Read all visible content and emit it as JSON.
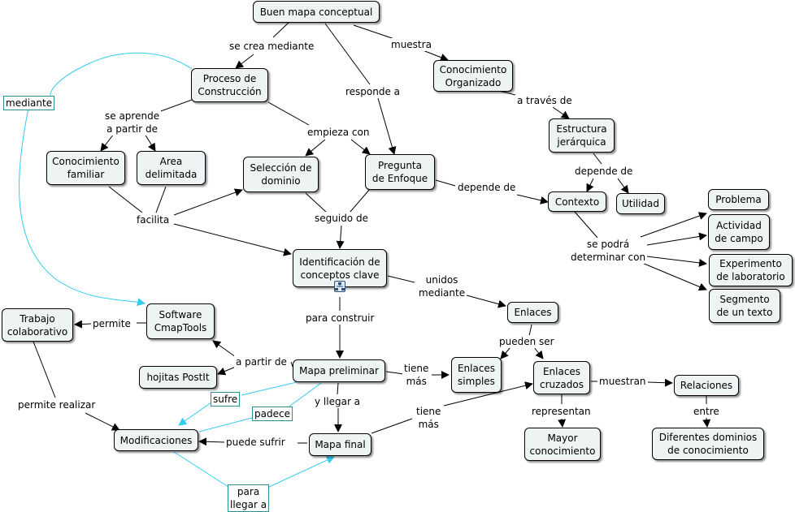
{
  "map": {
    "title": "Buen mapa conceptual",
    "line_color": "#000000",
    "cross_link_color": "#33ccee",
    "concept_fill": "#eef3f3",
    "concepts": {
      "buen_mapa": "Buen mapa conceptual",
      "proceso": "Proceso de\nConstrucción",
      "conocimiento_org": "Conocimiento\nOrganizado",
      "conocimiento_fam": "Conocimiento\nfamiliar",
      "area": "Area\ndelimitada",
      "seleccion": "Selección de\ndominio",
      "pregunta": "Pregunta\nde Enfoque",
      "estructura": "Estructura\njerárquica",
      "contexto": "Contexto",
      "utilidad": "Utilidad",
      "problema": "Problema",
      "actividad": "Actividad\nde campo",
      "experimento": "Experimento\nde laboratorio",
      "segmento": "Segmento\nde un texto",
      "identificacion": "Identificación de\nconceptos clave",
      "enlaces": "Enlaces",
      "trabajo": "Trabajo\ncolaborativo",
      "software": "Software\nCmapTools",
      "hojitas": "hojitas PostIt",
      "mapa_preliminar": "Mapa preliminar",
      "enlaces_simples": "Enlaces\nsimples",
      "enlaces_cruzados": "Enlaces\ncruzados",
      "relaciones": "Relaciones",
      "modificaciones": "Modificaciones",
      "mapa_final": "Mapa final",
      "mayor_conocimiento": "Mayor\nconocimiento",
      "diferentes_dominios": "Diferentes dominios\nde conocimiento"
    },
    "phrases": {
      "se_crea": "se crea mediante",
      "responde": "responde a",
      "muestra": "muestra",
      "a_traves": "a través de",
      "se_aprende": "se aprende\na partir de",
      "empieza": "empieza con",
      "depende_de_1": "depende de",
      "depende_de_2": "depende de",
      "facilita": "facilita",
      "seguido": "seguido de",
      "se_podra": "se podrá\ndeterminar con",
      "unidos": "unidos\nmediante",
      "para_construir": "para construir",
      "pueden_ser": "pueden ser",
      "permite": "permite",
      "a_partir": "a partir de",
      "tiene_mas_1": "tiene\nmás",
      "tiene_mas_2": "tiene\nmás",
      "muestran": "muestran",
      "y_llegar": "y llegar a",
      "representan": "representan",
      "entre": "entre",
      "permite_realizar": "permite realizar",
      "puede_sufrir": "puede sufrir",
      "mediante": "mediante",
      "sufre": "sufre",
      "padece": "padece",
      "para_llegar": "para\nllegar a"
    },
    "resource_icon": "hierarchy-icon"
  }
}
